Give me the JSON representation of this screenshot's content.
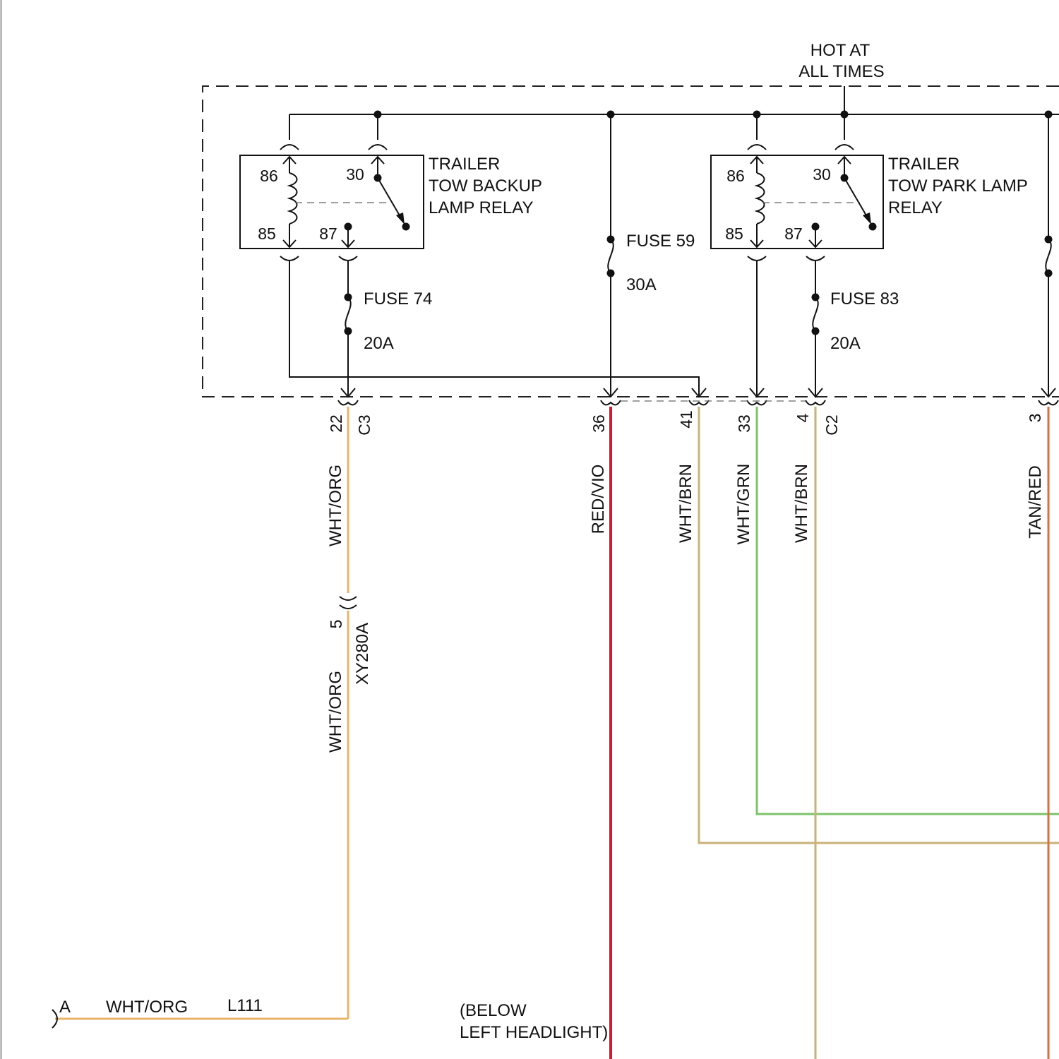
{
  "power_label": [
    "HOT AT",
    "ALL TIMES"
  ],
  "relays": [
    {
      "title": [
        "TRAILER",
        "TOW BACKUP",
        "LAMP RELAY"
      ],
      "pins": {
        "p86": "86",
        "p30": "30",
        "p85": "85",
        "p87": "87"
      }
    },
    {
      "title": [
        "TRAILER",
        "TOW PARK LAMP",
        "RELAY"
      ],
      "pins": {
        "p86": "86",
        "p30": "30",
        "p85": "85",
        "p87": "87"
      }
    }
  ],
  "fuses": [
    {
      "name": "FUSE 74",
      "rating": "20A"
    },
    {
      "name": "FUSE 59",
      "rating": "30A"
    },
    {
      "name": "FUSE 83",
      "rating": "20A"
    }
  ],
  "connectors": {
    "c3": "C3",
    "c2": "C2",
    "xy": "XY280A"
  },
  "pin_numbers": {
    "p22": "22",
    "p36": "36",
    "p41": "41",
    "p33": "33",
    "p4": "4",
    "p3": "3",
    "p5": "5"
  },
  "wires": {
    "wht_org": "WHT/ORG",
    "red_vio": "RED/VIO",
    "wht_brn": "WHT/BRN",
    "wht_grn": "WHT/GRN",
    "tan_red": "TAN/RED"
  },
  "wire_colors": {
    "wht_org": "#e8b46a",
    "red_vio": "#e0102e",
    "wht_brn": "#c9b27a",
    "wht_grn": "#7cc36a",
    "tan_red": "#d6703e"
  },
  "bottom": {
    "pin_a": "A",
    "wire_a": "WHT/ORG",
    "circuit_a": "L111",
    "location": [
      "(BELOW",
      "LEFT HEADLIGHT)"
    ]
  }
}
